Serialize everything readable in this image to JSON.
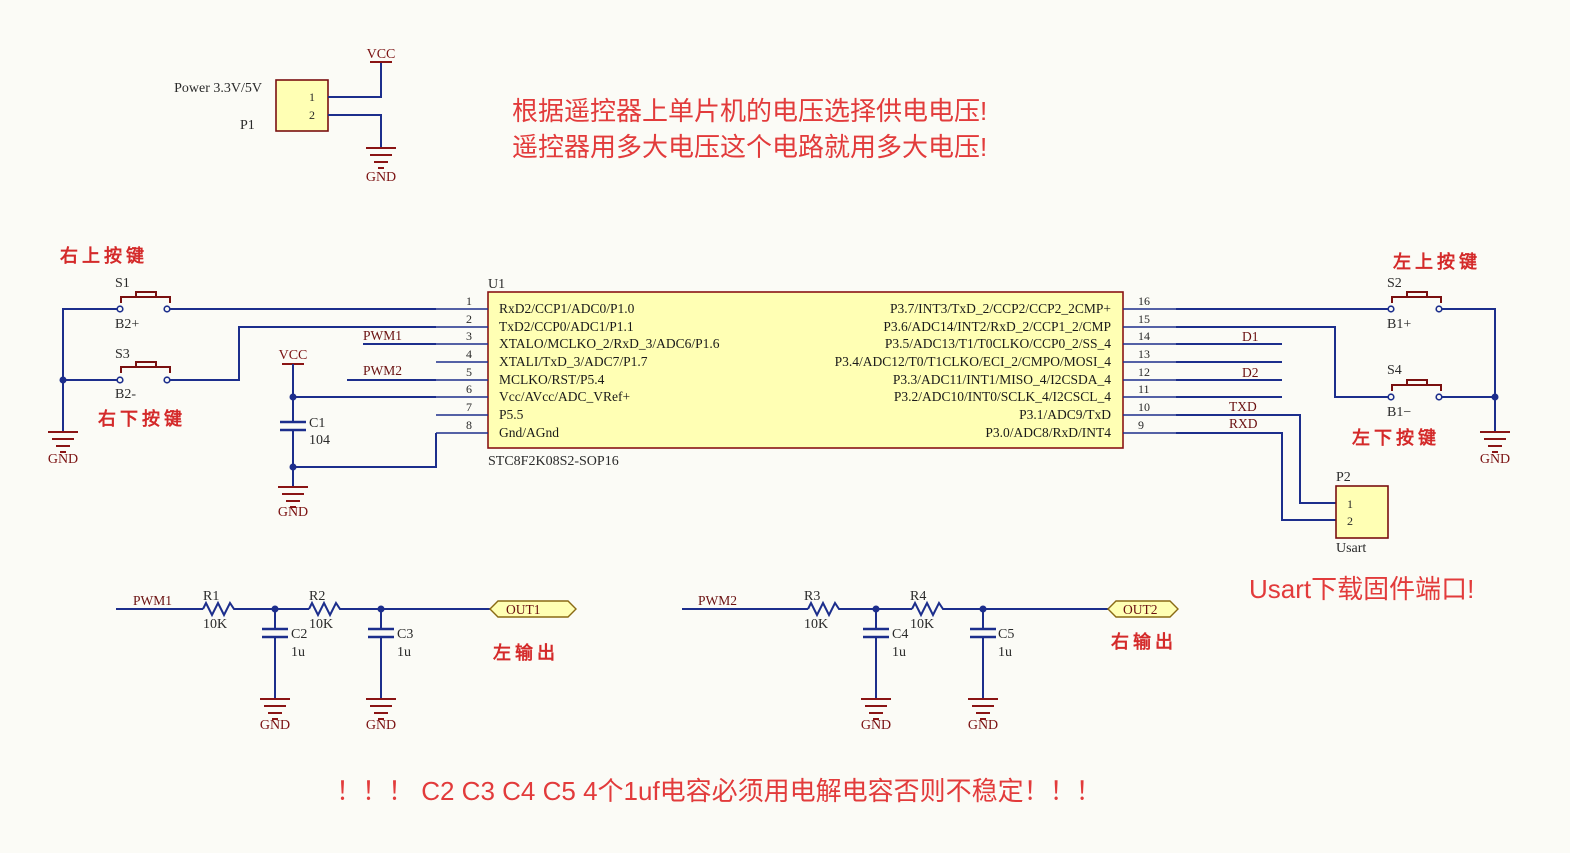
{
  "notes": {
    "line1": "根据遥控器上单片机的电压选择供电电压!",
    "line2": "遥控器用多大电压这个电路就用多大电压!",
    "usart": "Usart下载固件端口!",
    "caps": "！！！ C2 C3 C4 C5    4个1uf电容必须用电解电容否则不稳定！！！"
  },
  "power_header": {
    "label": "Power 3.3V/5V",
    "designator": "P1",
    "pins": [
      "1",
      "2"
    ],
    "vcc": "VCC",
    "gnd": "GND"
  },
  "mcu": {
    "designator": "U1",
    "part": "STC8F2K08S2-SOP16",
    "left_pins": [
      {
        "num": "1",
        "name": "RxD2/CCP1/ADC0/P1.0"
      },
      {
        "num": "2",
        "name": "TxD2/CCP0/ADC1/P1.1"
      },
      {
        "num": "3",
        "name": "XTALO/MCLKO_2/RxD_3/ADC6/P1.6"
      },
      {
        "num": "4",
        "name": "XTALI/TxD_3/ADC7/P1.7"
      },
      {
        "num": "5",
        "name": "MCLKO/RST/P5.4"
      },
      {
        "num": "6",
        "name": "Vcc/AVcc/ADC_VRef+"
      },
      {
        "num": "7",
        "name": "P5.5"
      },
      {
        "num": "8",
        "name": "Gnd/AGnd"
      }
    ],
    "right_pins": [
      {
        "num": "16",
        "name": "P3.7/INT3/TxD_2/CCP2/CCP2_2CMP+"
      },
      {
        "num": "15",
        "name": "P3.6/ADC14/INT2/RxD_2/CCP1_2/CMP"
      },
      {
        "num": "14",
        "name": "P3.5/ADC13/T1/T0CLKO/CCP0_2/SS_4"
      },
      {
        "num": "13",
        "name": "P3.4/ADC12/T0/T1CLKO/ECI_2/CMPO/MOSI_4"
      },
      {
        "num": "12",
        "name": "P3.3/ADC11/INT1/MISO_4/I2CSDA_4"
      },
      {
        "num": "11",
        "name": "P3.2/ADC10/INT0/SCLK_4/I2CSCL_4"
      },
      {
        "num": "10",
        "name": "P3.1/ADC9/TxD"
      },
      {
        "num": "9",
        "name": "P3.0/ADC8/RxD/INT4"
      }
    ]
  },
  "nets": {
    "pwm1": "PWM1",
    "pwm2": "PWM2",
    "d1": "D1",
    "d2": "D2",
    "txd": "TXD",
    "rxd": "RXD",
    "out1": "OUT1",
    "out2": "OUT2",
    "vcc": "VCC",
    "gnd": "GND"
  },
  "decoupling": {
    "designator": "C1",
    "value": "104"
  },
  "buttons": {
    "s1": {
      "designator": "S1",
      "net": "B2+",
      "label": "右上按键"
    },
    "s3": {
      "designator": "S3",
      "net": "B2-",
      "label": "右下按键"
    },
    "s2": {
      "designator": "S2",
      "net": "B1+",
      "label": "左上按键"
    },
    "s4": {
      "designator": "S4",
      "net": "B1−",
      "label": "左下按键"
    }
  },
  "usart_header": {
    "designator": "P2",
    "name": "Usart",
    "pins": [
      "1",
      "2"
    ]
  },
  "filters": [
    {
      "label": "左输出",
      "r1": {
        "designator": "R1",
        "value": "10K"
      },
      "r2": {
        "designator": "R2",
        "value": "10K"
      },
      "ca": {
        "designator": "C2",
        "value": "1u"
      },
      "cb": {
        "designator": "C3",
        "value": "1u"
      }
    },
    {
      "label": "右输出",
      "r1": {
        "designator": "R3",
        "value": "10K"
      },
      "r2": {
        "designator": "R4",
        "value": "10K"
      },
      "ca": {
        "designator": "C4",
        "value": "1u"
      },
      "cb": {
        "designator": "C5",
        "value": "1u"
      }
    }
  ]
}
